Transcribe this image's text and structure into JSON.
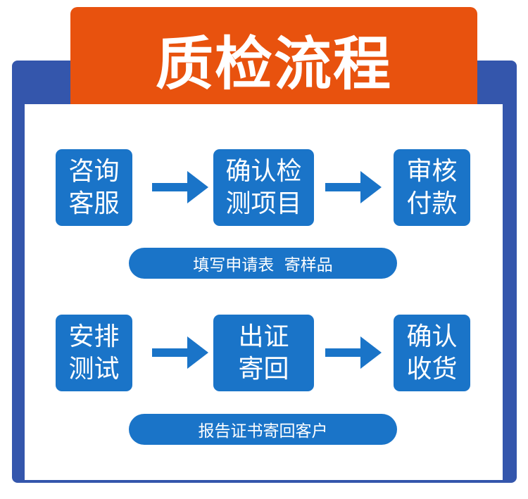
{
  "title": "质检流程",
  "rows": [
    {
      "steps": [
        {
          "l1": "咨询",
          "l2": "客服"
        },
        {
          "l1": "确认检",
          "l2": "测项目"
        },
        {
          "l1": "审核",
          "l2": "付款"
        }
      ],
      "note": "填写申请表  寄样品"
    },
    {
      "steps": [
        {
          "l1": "安排",
          "l2": "测试"
        },
        {
          "l1": "出证",
          "l2": "寄回"
        },
        {
          "l1": "确认",
          "l2": "收货"
        }
      ],
      "note": "报告证书寄回客户"
    }
  ],
  "colors": {
    "orange": "#E8520E",
    "frame": "#3456AC",
    "box": "#1A74C8"
  }
}
